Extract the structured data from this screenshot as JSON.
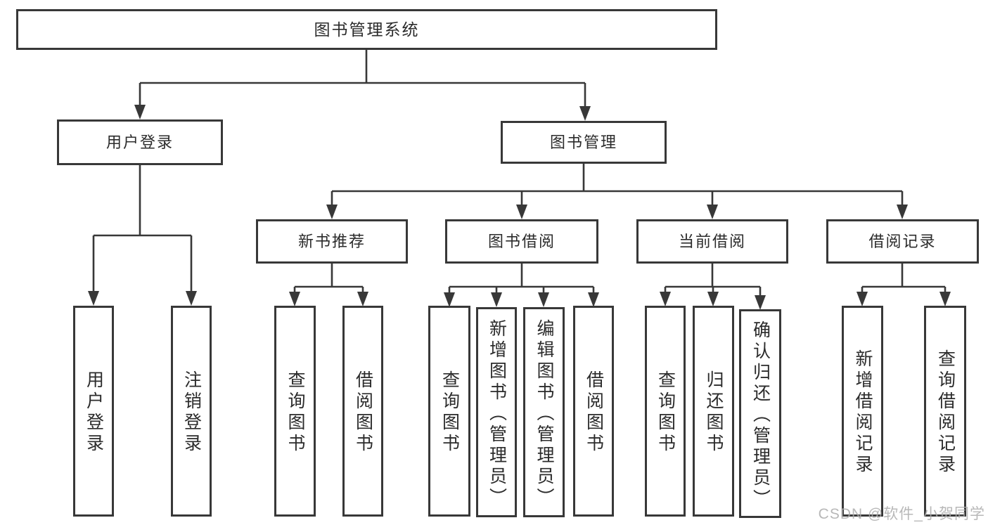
{
  "tree": {
    "label": "图书管理系统",
    "children": [
      {
        "label": "用户登录",
        "children": [
          {
            "label": "用户登录"
          },
          {
            "label": "注销登录"
          }
        ]
      },
      {
        "label": "图书管理",
        "children": [
          {
            "label": "新书推荐",
            "children": [
              {
                "label": "查询图书"
              },
              {
                "label": "借阅图书"
              }
            ]
          },
          {
            "label": "图书借阅",
            "children": [
              {
                "label": "查询图书"
              },
              {
                "label": "新增图书（管理员）"
              },
              {
                "label": "编辑图书（管理员）"
              },
              {
                "label": "借阅图书"
              }
            ]
          },
          {
            "label": "当前借阅",
            "children": [
              {
                "label": "查询图书"
              },
              {
                "label": "归还图书"
              },
              {
                "label": "确认归还（管理员）"
              }
            ]
          },
          {
            "label": "借阅记录",
            "children": [
              {
                "label": "新增借阅记录"
              },
              {
                "label": "查询借阅记录"
              }
            ]
          }
        ]
      }
    ]
  },
  "watermark": "CSDN @软件_小贺同学",
  "colors": {
    "line": "#383838",
    "text": "#2b2b2b",
    "background": "#ffffff",
    "watermark": "#acacac"
  }
}
